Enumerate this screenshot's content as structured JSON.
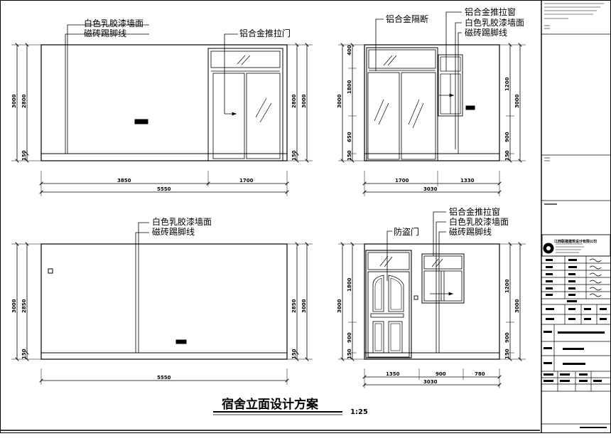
{
  "sheet": {
    "title": "宿舍立面设计方案",
    "scale": "1:25"
  },
  "elevations": {
    "top_left": {
      "labels": {
        "wall_paint": "白色乳胶漆墙面",
        "baseboard": "磁砖踢脚线",
        "sliding_door": "铝合金推拉门"
      },
      "dims": {
        "left_outer": "3000",
        "left_inner": "2800",
        "left_bottom": "150",
        "right_outer": "3000",
        "right_inner": "2800",
        "right_bottom": "150",
        "seg_a": "3850",
        "seg_b": "1700",
        "total": "5550"
      }
    },
    "top_right": {
      "labels": {
        "partition": "铝合金隔断",
        "sliding_window": "铝合金推拉窗",
        "wall_paint": "白色乳胶漆墙面",
        "baseboard": "磁砖踢脚线"
      },
      "dims": {
        "left_outer": "3000",
        "left_top": "400",
        "left_mid": "1800",
        "left_low": "650",
        "left_bottom": "150",
        "right_top": "1200",
        "right_outer": "3000",
        "right_low": "900",
        "right_bottom": "150",
        "seg_a": "1700",
        "seg_b": "1330",
        "total": "3030"
      }
    },
    "bottom_left": {
      "labels": {
        "wall_paint": "白色乳胶漆墙面",
        "baseboard": "磁砖踢脚线"
      },
      "dims": {
        "left_outer": "3000",
        "left_inner": "2850",
        "left_bottom": "150",
        "right_outer": "3000",
        "right_inner": "2850",
        "right_bottom": "150",
        "total": "5550"
      }
    },
    "bottom_right": {
      "labels": {
        "security_door": "防盗门",
        "sliding_window": "铝合金推拉窗",
        "wall_paint": "白色乳胶漆墙面",
        "baseboard": "磁砖踢脚线"
      },
      "dims": {
        "left_outer": "3000",
        "left_mid": "1800",
        "left_low": "900",
        "left_bottom": "150",
        "right_top": "1200",
        "right_outer": "3000",
        "right_low": "900",
        "right_bottom": "150",
        "seg_a": "1350",
        "seg_b": "900",
        "seg_c": "780",
        "total": "3030"
      }
    }
  },
  "title_block": {
    "company": "江西联建建筑设计有限公司"
  }
}
